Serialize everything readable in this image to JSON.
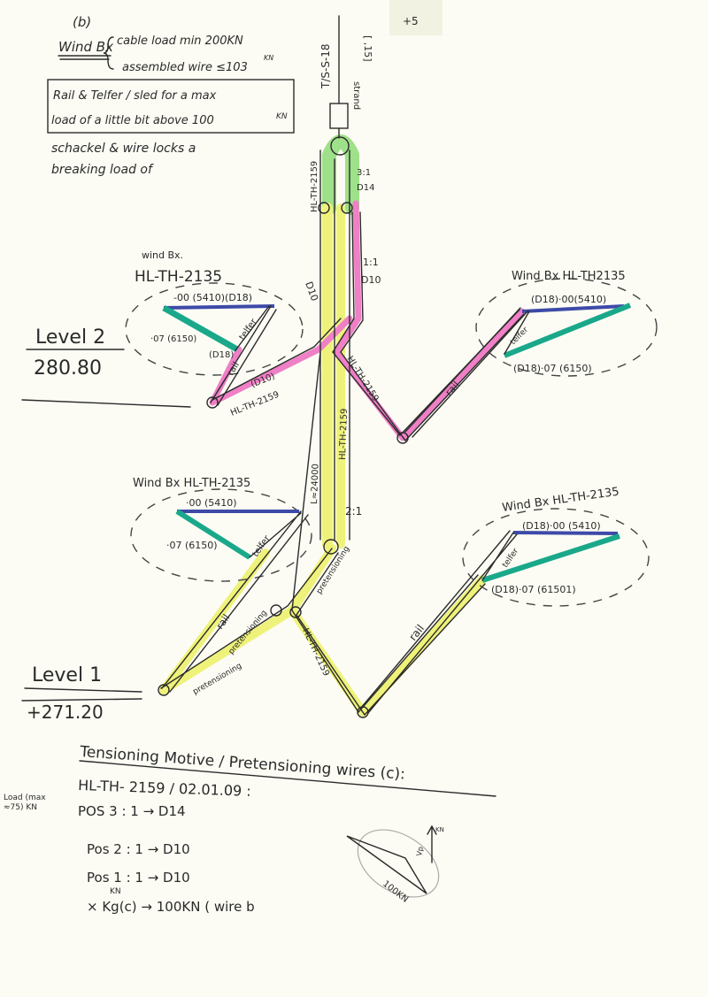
{
  "page_number": "+5",
  "notes": {
    "header": "(b)",
    "wind_bx": "Wind Bx",
    "cable_load": "cable load min 200KN",
    "assembled_wire": "assembled wire ≤103",
    "assembled_wire_unit": "KN",
    "box_line1": "Rail & Telfer / sled for a max",
    "box_line2": "load of a little bit above 100",
    "box_unit": "KN",
    "shackle_line1": "schackel & wire locks a",
    "shackle_line2": "breaking load of"
  },
  "top": {
    "strand_label": "T/S-S-18",
    "strand_note": "strand",
    "strand_size": "[ ,15]",
    "ratio_top": "3:1",
    "d_top": "D14",
    "wire_left": "HL-TH-2159",
    "d10_left": "D10",
    "ratio_mid": "1:1",
    "d10_right": "D10",
    "wire_mid": "HL-TH-2159",
    "wire_center": "HL-TH-2159",
    "length": "L≈24000",
    "ratio_low": "2:1"
  },
  "levels": [
    {
      "label": "Level 2",
      "elevation": "280.80"
    },
    {
      "label": "Level 1",
      "elevation": "+271.20"
    }
  ],
  "windboxes": {
    "l2_left": {
      "pre": "wind Bx.",
      "title": "HL-TH-2135",
      "top": "-00 (5410)(D18)",
      "bottom": "·07 (6150)",
      "d": "(D18)",
      "telfer": "telfer",
      "rail": "rail",
      "wire_d": "(D10)",
      "wire": "HL-TH-2159"
    },
    "l2_right": {
      "title": "Wind Bx  HL-TH2135",
      "top": "(D18)·00(5410)",
      "bottom": "(D18)·07 (6150)",
      "telfer": "telfer",
      "rail": "rail"
    },
    "l1_left": {
      "title": "Wind Bx  HL-TH-2135",
      "top": "·00 (5410)",
      "bottom": "·07 (6150)",
      "telfer": "telfer",
      "rail": "rail",
      "pre1": "pretensioning",
      "pre2": "pretensioning"
    },
    "l1_right": {
      "title": "Wind Bx  HL-TH-2135",
      "top": "(D18)·00 (5410)",
      "bottom": "(D18)·07 (61501)",
      "telfer": "telfer",
      "rail": "rail",
      "wire": "HL-TH-2159",
      "pre": "pretensioning"
    }
  },
  "bottom": {
    "title": "Tensioning Motive / Pretensioning wires (c):",
    "ref": "HL-TH- 2159 / 02.01.09 :",
    "load_note": "Load (max ≈75) KN",
    "pos": [
      "POS 3 : 1 → D14",
      "Pos 2 : 1 → D10",
      "Pos 1 : 1 → D10",
      "× Kg(c) → 100KN ( wire b"
    ],
    "kn_small": "KN",
    "sketch_label": "100KN",
    "axis_label": "KN",
    "axis_note": "Vp"
  },
  "colors": {
    "green": "#9fe08a",
    "yellow": "#eef27a",
    "pink": "#ef7fc6",
    "blue": "#3d4aa8",
    "teal": "#1aa88a"
  }
}
